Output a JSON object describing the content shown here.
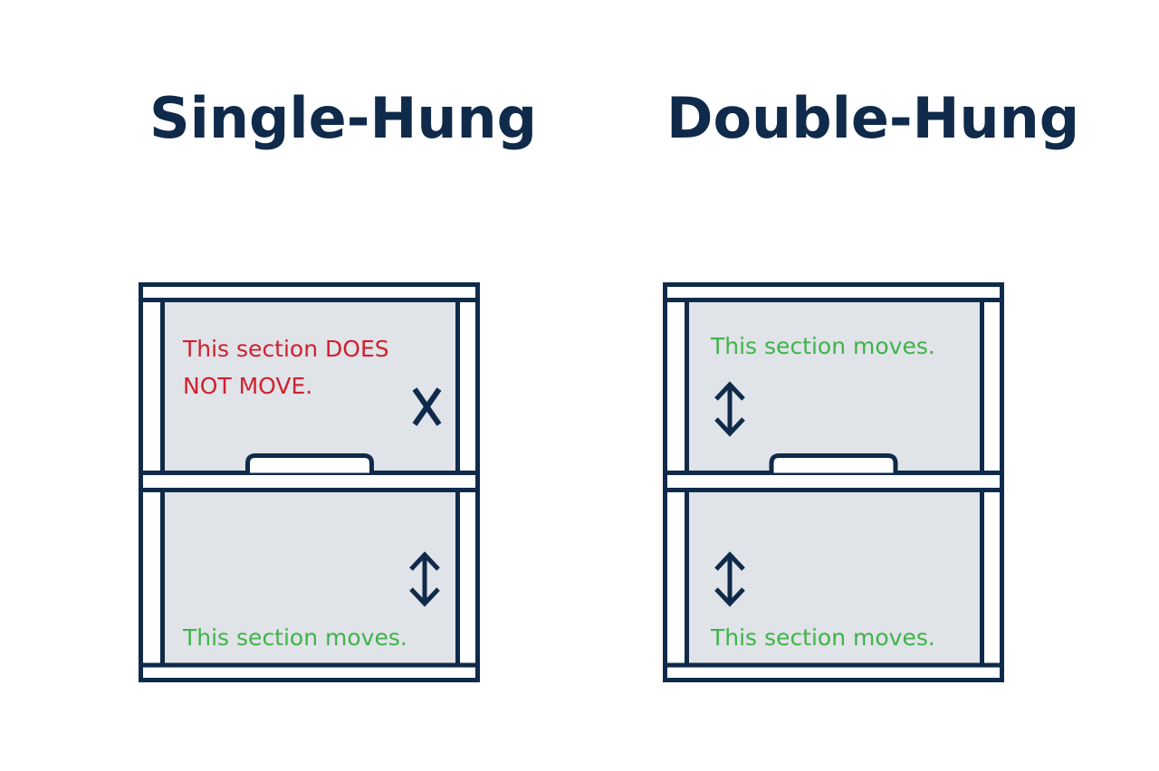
{
  "colors": {
    "frame": "#0f2a4a",
    "glass": "#e0e3e8",
    "not_moving_text": "#d0202e",
    "moving_text": "#3fb34a",
    "background": "#ffffff"
  },
  "diagrams": [
    {
      "title": "Single-Hung",
      "upper_sash": {
        "label_line1": "This section DOES",
        "label_line2": "NOT MOVE.",
        "icon": "x-mark-icon",
        "icon_text": "X",
        "moves": false
      },
      "lower_sash": {
        "label": "This section moves.",
        "icon": "up-down-arrow-icon",
        "moves": true
      }
    },
    {
      "title": "Double-Hung",
      "upper_sash": {
        "label": "This section moves.",
        "icon": "up-down-arrow-icon",
        "moves": true
      },
      "lower_sash": {
        "label": "This section moves.",
        "icon": "up-down-arrow-icon",
        "moves": true
      }
    }
  ]
}
